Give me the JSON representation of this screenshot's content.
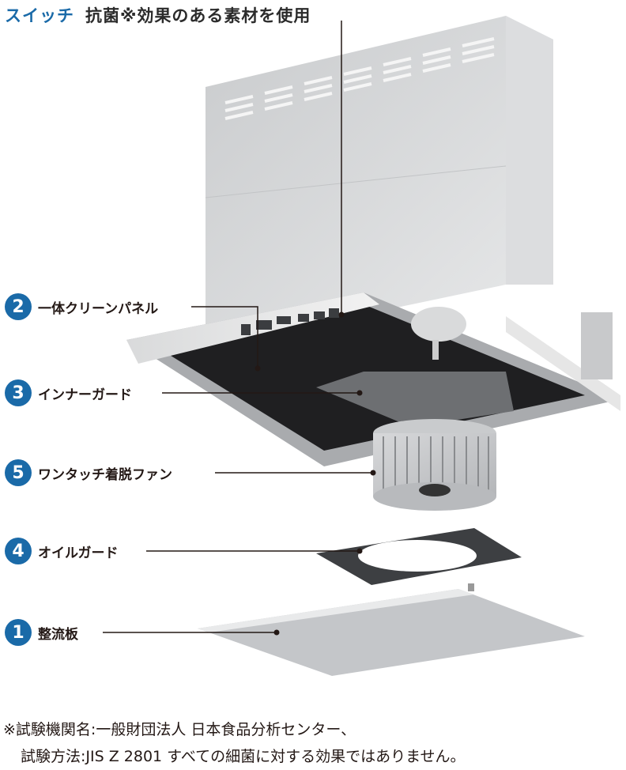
{
  "header": {
    "switch_label": "スイッチ",
    "switch_text": "抗菌※効果のある素材を使用"
  },
  "parts": [
    {
      "number": "2",
      "name": "一体クリーンパネル"
    },
    {
      "number": "3",
      "name": "インナーガード"
    },
    {
      "number": "5",
      "name": "ワンタッチ着脱ファン"
    },
    {
      "number": "4",
      "name": "オイルガード"
    },
    {
      "number": "1",
      "name": "整流板"
    }
  ],
  "footnote": {
    "line1": "※試験機関名:一般財団法人 日本食品分析センター、",
    "line2": "試験方法:JIS Z 2801 すべての細菌に対する効果ではありません。"
  },
  "colors": {
    "accent": "#1a6aa8",
    "text": "#231815"
  }
}
